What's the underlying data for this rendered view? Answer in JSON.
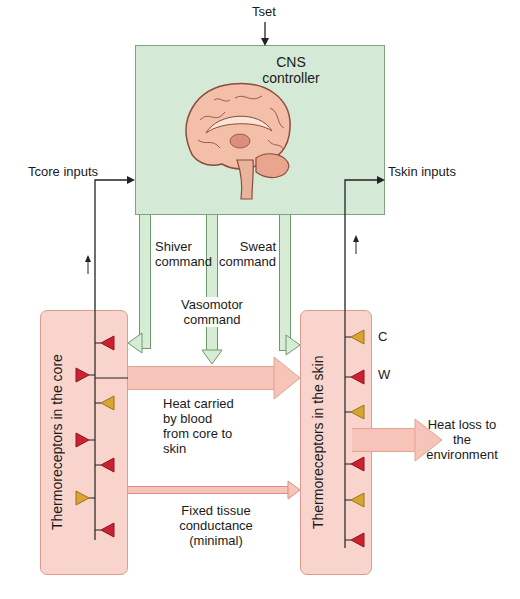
{
  "diagram": {
    "nodes": [
      {
        "text": [
          "CNS controller"
        ]
      },
      {
        "text": [
          "Thermoreceptors in the core"
        ]
      },
      {
        "text": [
          "Thermoreceptors in the skin"
        ]
      }
    ],
    "edges": [
      {
        "from": 1,
        "to": 0,
        "arrow": "to",
        "label": "Tcore inputs"
      },
      {
        "from": 2,
        "to": 0,
        "arrow": "to",
        "label": "Tskin inputs"
      },
      {
        "from": 0,
        "to": 1,
        "arrow": "to",
        "label": "Shiver command"
      },
      {
        "from": 0,
        "to": 2,
        "arrow": "to",
        "label": "Sweat command"
      },
      {
        "from": 1,
        "to": 2,
        "arrow": "to",
        "label": "Heat carried by blood from core to skin"
      },
      {
        "from": 1,
        "to": 2,
        "arrow": "to",
        "label": "Fixed tissue conductance (minimal)"
      }
    ],
    "labels": [
      "Tset",
      "Vasomotor command",
      "C",
      "W",
      "Heat loss to the environment"
    ]
  }
}
